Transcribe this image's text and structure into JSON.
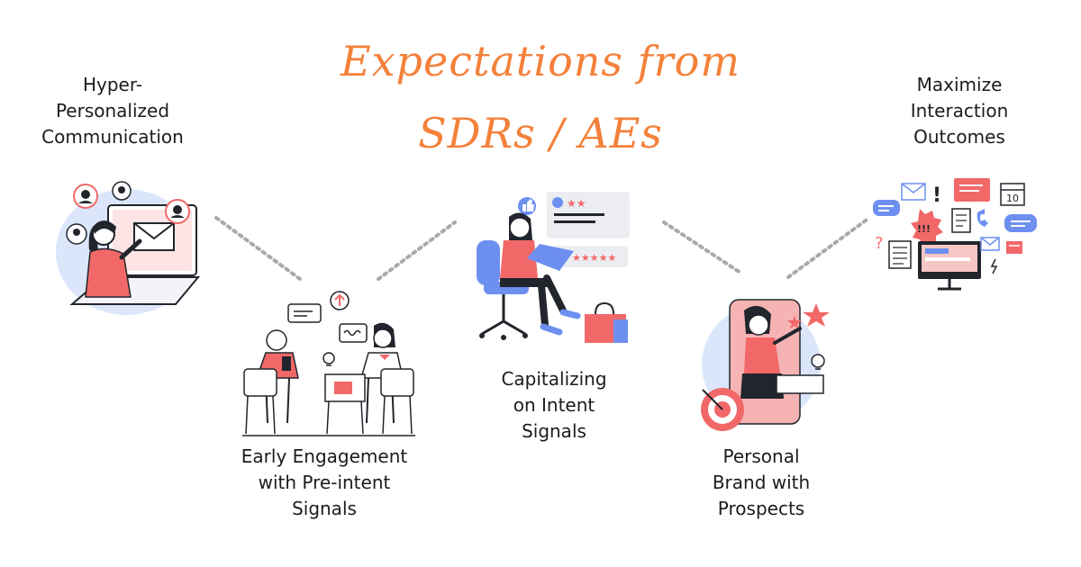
{
  "title": {
    "line1": "Expectations from",
    "line2": "SDRs / AEs"
  },
  "items": [
    {
      "lines": [
        "Hyper-",
        "Personalized",
        "Communication"
      ]
    },
    {
      "lines": [
        "Early Engagement",
        "with Pre-intent",
        "Signals"
      ]
    },
    {
      "lines": [
        "Capitalizing",
        "on Intent",
        "Signals"
      ]
    },
    {
      "lines": [
        "Personal",
        "Brand with",
        "Prospects"
      ]
    },
    {
      "lines": [
        "Maximize",
        "Interaction",
        "Outcomes"
      ]
    }
  ],
  "colors": {
    "title": "#f4813a",
    "accent": "#f26868",
    "blue": "#6d8ff0",
    "light_blue": "#dbe6fb",
    "dark": "#22252c",
    "connector": "#a9a9a9"
  },
  "icons": {
    "badge": "!!!",
    "calendar": "10"
  }
}
